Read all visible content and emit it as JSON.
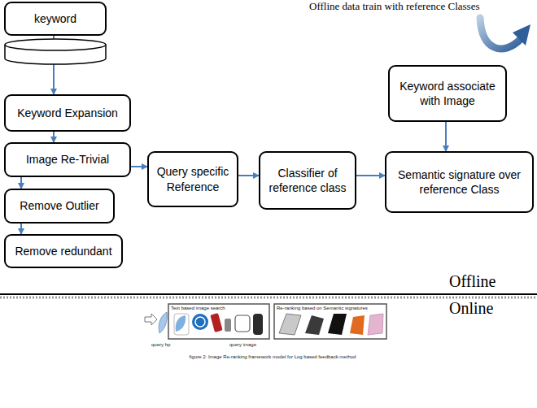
{
  "diagram": {
    "caption": "figure 2: Image Re-ranking framework model for Log based feedback method",
    "nodes": [
      {
        "text": [
          "keyword"
        ]
      },
      {
        "text": [
          "Keyword Expansion"
        ]
      },
      {
        "text": [
          "Image Re-Trivial"
        ]
      },
      {
        "text": [
          "Remove Outlier"
        ]
      },
      {
        "text": [
          "Remove redundant"
        ]
      },
      {
        "text": [
          "Query specific Reference"
        ]
      },
      {
        "text": [
          "Classifier of reference class"
        ]
      },
      {
        "text": [
          "Keyword associate with Image"
        ]
      },
      {
        "text": [
          "Semantic signature over reference Class"
        ]
      }
    ],
    "edges": [
      {
        "from": 0,
        "to": 1,
        "arrow": "to"
      },
      {
        "from": 1,
        "to": 2,
        "arrow": "to"
      },
      {
        "from": 2,
        "to": 3,
        "arrow": "to"
      },
      {
        "from": 3,
        "to": 4,
        "arrow": "to"
      },
      {
        "from": 2,
        "to": 5,
        "arrow": "to"
      },
      {
        "from": 5,
        "to": 6,
        "arrow": "to"
      },
      {
        "from": 6,
        "to": 8,
        "arrow": "to"
      },
      {
        "from": 7,
        "to": 8,
        "arrow": "to"
      }
    ],
    "labels": [
      "Offline data train with reference Classes",
      "Offline",
      "Online",
      "Text based image search",
      "Re-ranking based on Semantic signatures",
      "query hp",
      "query image"
    ]
  }
}
